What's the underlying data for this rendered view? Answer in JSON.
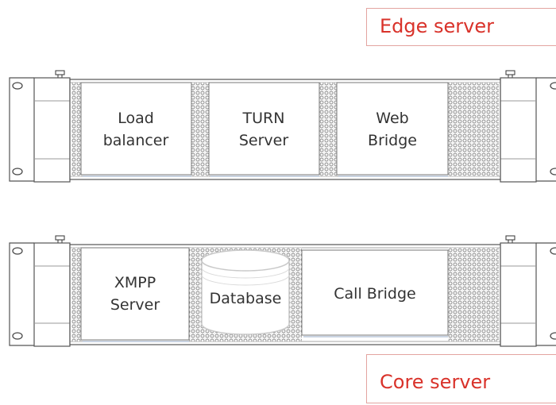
{
  "servers": [
    {
      "label": "Edge server",
      "modules": [
        {
          "lines": [
            "Load",
            "balancer"
          ]
        },
        {
          "lines": [
            "TURN",
            "Server"
          ]
        },
        {
          "lines": [
            "Web",
            "Bridge"
          ]
        }
      ]
    },
    {
      "label": "Core server",
      "modules": [
        {
          "lines": [
            "XMPP",
            "Server"
          ]
        },
        {
          "lines": [
            "Database"
          ]
        },
        {
          "lines": [
            "Call Bridge"
          ]
        }
      ]
    }
  ],
  "colors": {
    "label_text": "#d9322a",
    "label_border": "#e3a4a0",
    "chassis_stroke": "#555555",
    "module_text": "#333333"
  }
}
